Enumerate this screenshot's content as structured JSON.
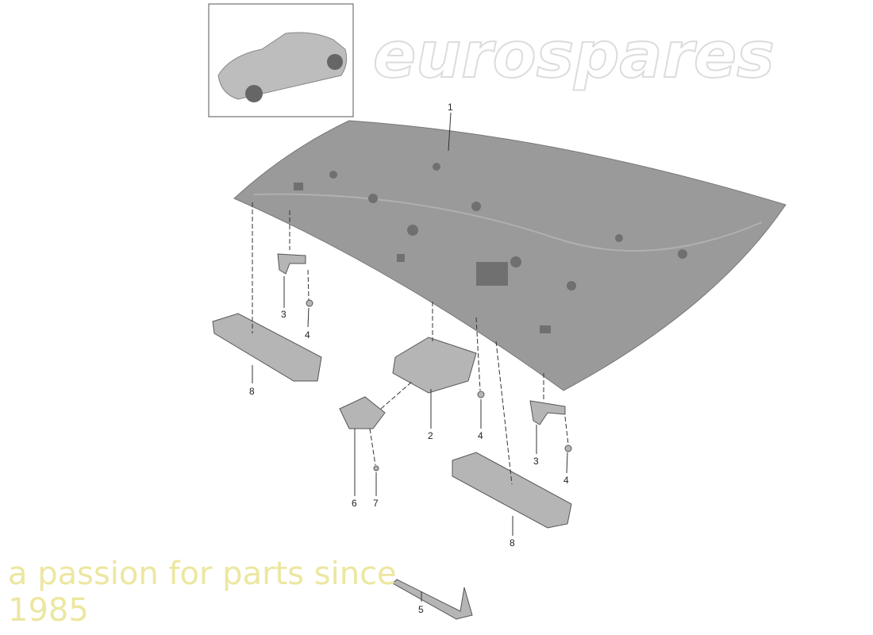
{
  "watermark": {
    "brand": "eurospares",
    "tagline": "a passion for parts since 1985"
  },
  "thumbnail": {
    "icon": "car-convertible-thumbnail"
  },
  "callouts": [
    {
      "id": "c1",
      "label": "1"
    },
    {
      "id": "c2",
      "label": "2"
    },
    {
      "id": "c3a",
      "label": "3"
    },
    {
      "id": "c4a",
      "label": "4"
    },
    {
      "id": "c8a",
      "label": "8"
    },
    {
      "id": "c4b",
      "label": "4"
    },
    {
      "id": "c6",
      "label": "6"
    },
    {
      "id": "c7",
      "label": "7"
    },
    {
      "id": "c3b",
      "label": "3"
    },
    {
      "id": "c4c",
      "label": "4"
    },
    {
      "id": "c8b",
      "label": "8"
    },
    {
      "id": "c5",
      "label": "5"
    }
  ],
  "colors": {
    "panel": "#9a9a9a",
    "part": "#b5b5b5",
    "line": "#333333"
  }
}
